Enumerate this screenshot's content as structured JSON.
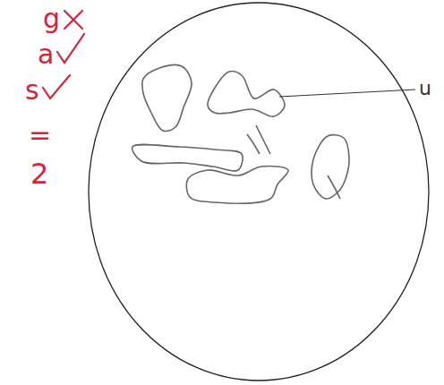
{
  "diagram": {
    "labels": [
      "g",
      "a",
      "s",
      "=",
      "2",
      "u"
    ]
  }
}
